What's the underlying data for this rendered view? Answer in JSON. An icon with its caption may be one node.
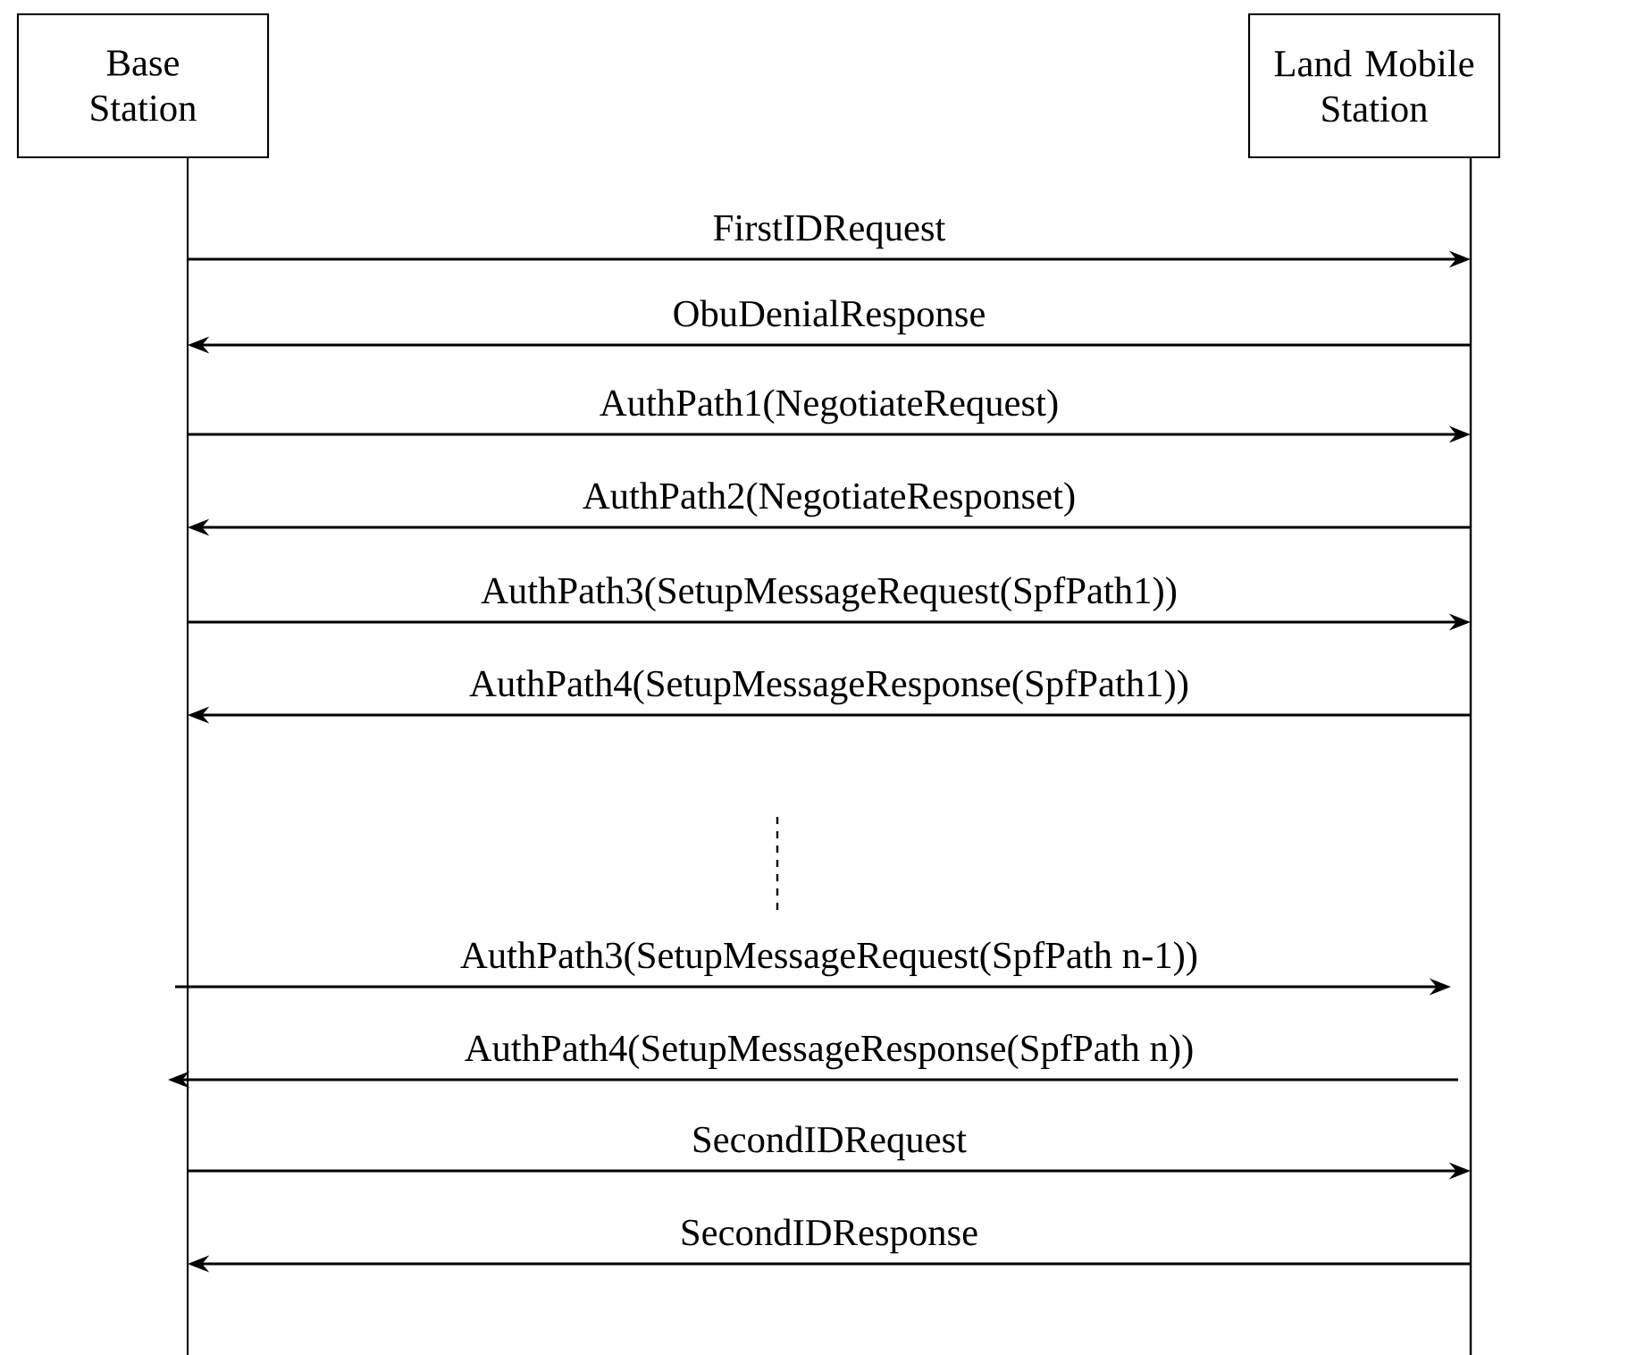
{
  "diagram": {
    "nodes": [
      {
        "text": [
          "Base Station"
        ]
      },
      {
        "text": [
          "Land Mobile Station"
        ]
      }
    ],
    "edges": [
      {
        "from": 0,
        "to": 1,
        "arrow": "to",
        "label": "FirstIDRequest"
      },
      {
        "from": 1,
        "to": 0,
        "arrow": "to",
        "label": "ObuDenialResponse"
      },
      {
        "from": 0,
        "to": 1,
        "arrow": "to",
        "label": "AuthPath1(NegotiateRequest)"
      },
      {
        "from": 1,
        "to": 0,
        "arrow": "to",
        "label": "AuthPath2(NegotiateResponset)"
      },
      {
        "from": 0,
        "to": 1,
        "arrow": "to",
        "label": "AuthPath3(SetupMessageRequest(SpfPath1))"
      },
      {
        "from": 1,
        "to": 0,
        "arrow": "to",
        "label": "AuthPath4(SetupMessageResponse(SpfPath1))"
      },
      {
        "from": 0,
        "to": 1,
        "arrow": "to",
        "label": "AuthPath3(SetupMessageRequest(SpfPath n-1))"
      },
      {
        "from": 1,
        "to": 0,
        "arrow": "to",
        "label": "AuthPath4(SetupMessageResponse(SpfPath n))"
      },
      {
        "from": 0,
        "to": 1,
        "arrow": "to",
        "label": "SecondIDRequest"
      },
      {
        "from": 1,
        "to": 0,
        "arrow": "to",
        "label": "SecondIDResponse"
      }
    ]
  }
}
